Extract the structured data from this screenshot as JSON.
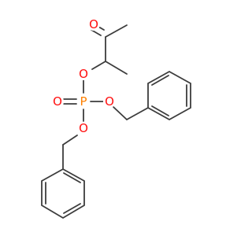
{
  "molecule": {
    "atoms": {
      "o_ketone": {
        "symbol": "O",
        "color": "#ff0d0d"
      },
      "o_ester_top": {
        "symbol": "O",
        "color": "#ff0d0d"
      },
      "o_double": {
        "symbol": "O",
        "color": "#ff0d0d"
      },
      "p": {
        "symbol": "P",
        "color": "#ff8000"
      },
      "o_right": {
        "symbol": "O",
        "color": "#ff0d0d"
      },
      "o_bottom": {
        "symbol": "O",
        "color": "#ff0d0d"
      }
    },
    "bond_color": "#3c3c3c"
  }
}
